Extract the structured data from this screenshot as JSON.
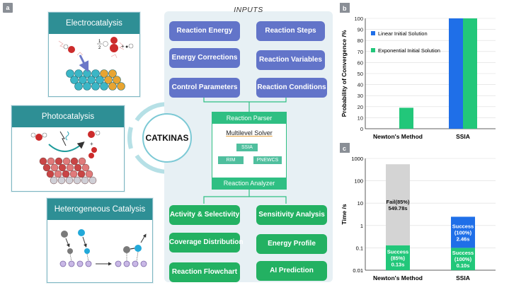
{
  "panel_a": {
    "letter": "a",
    "cards": {
      "electro": "Electrocatalysis",
      "photo": "Photocatalysis",
      "hetero": "Heterogeneous Catalysis"
    },
    "center": "CATKINAS",
    "inputs_title": "INPUTS",
    "inputs": [
      "Reaction Energy",
      "Reaction Steps",
      "Energy Corrections",
      "Reaction Variables",
      "Control Parameters",
      "Reaction Conditions"
    ],
    "parser": {
      "header": "Reaction Parser",
      "solver": "Multilevel Solver",
      "methods": [
        "SSIA",
        "RIM",
        "PNEWCS"
      ],
      "footer": "Reaction Analyzer"
    },
    "outputs": [
      "Activity & Selectivity",
      "Sensitivity Analysis",
      "Coverage Distribution",
      "Energy Profile",
      "Reaction Flowchart",
      "AI Prediction"
    ],
    "electro_fraction_top": "1",
    "electro_fraction_bottom": "2",
    "colors": {
      "card_header": "#2e8f95",
      "input_pill": "#6274c9",
      "output_pill": "#23b162"
    }
  },
  "chart_data": [
    {
      "panel": "b",
      "type": "bar",
      "ylabel": "Probability of Convergence /%",
      "ylim": [
        0,
        100
      ],
      "yticks": [
        0,
        10,
        20,
        30,
        40,
        50,
        60,
        70,
        80,
        90,
        100
      ],
      "categories": [
        "Newton's Method",
        "SSIA"
      ],
      "series": [
        {
          "name": "Linear Initial Solution",
          "color": "#1f6fe8",
          "values": [
            0,
            100
          ]
        },
        {
          "name": "Exponential Initial Solution",
          "color": "#22c77a",
          "values": [
            19,
            100
          ]
        }
      ],
      "legend_position": "top-left"
    },
    {
      "panel": "c",
      "type": "bar",
      "scale": "log",
      "ylabel": "Time /s",
      "ylim": [
        0.01,
        1000
      ],
      "ytick_labels": [
        "0.01",
        "0.1",
        "1",
        "10",
        "100",
        "1000"
      ],
      "categories": [
        "Newton's Method",
        "SSIA"
      ],
      "stacks": [
        {
          "category": "Newton's Method",
          "segments": [
            {
              "label": [
                "Success",
                "(85%)",
                "0.13s"
              ],
              "from": 0.01,
              "to": 0.13,
              "color": "#22c77a"
            },
            {
              "label": [
                "Fail(85%)",
                "549.78s"
              ],
              "from": 0.13,
              "to": 549.78,
              "color": "#d4d4d4"
            }
          ]
        },
        {
          "category": "SSIA",
          "segments": [
            {
              "label": [
                "Success",
                "(100%)",
                "0.10s"
              ],
              "from": 0.01,
              "to": 0.1,
              "color": "#22c77a"
            },
            {
              "label": [
                "Success",
                "(100%)",
                "2.46s"
              ],
              "from": 0.1,
              "to": 2.46,
              "color": "#1f6fe8"
            }
          ]
        }
      ]
    }
  ]
}
